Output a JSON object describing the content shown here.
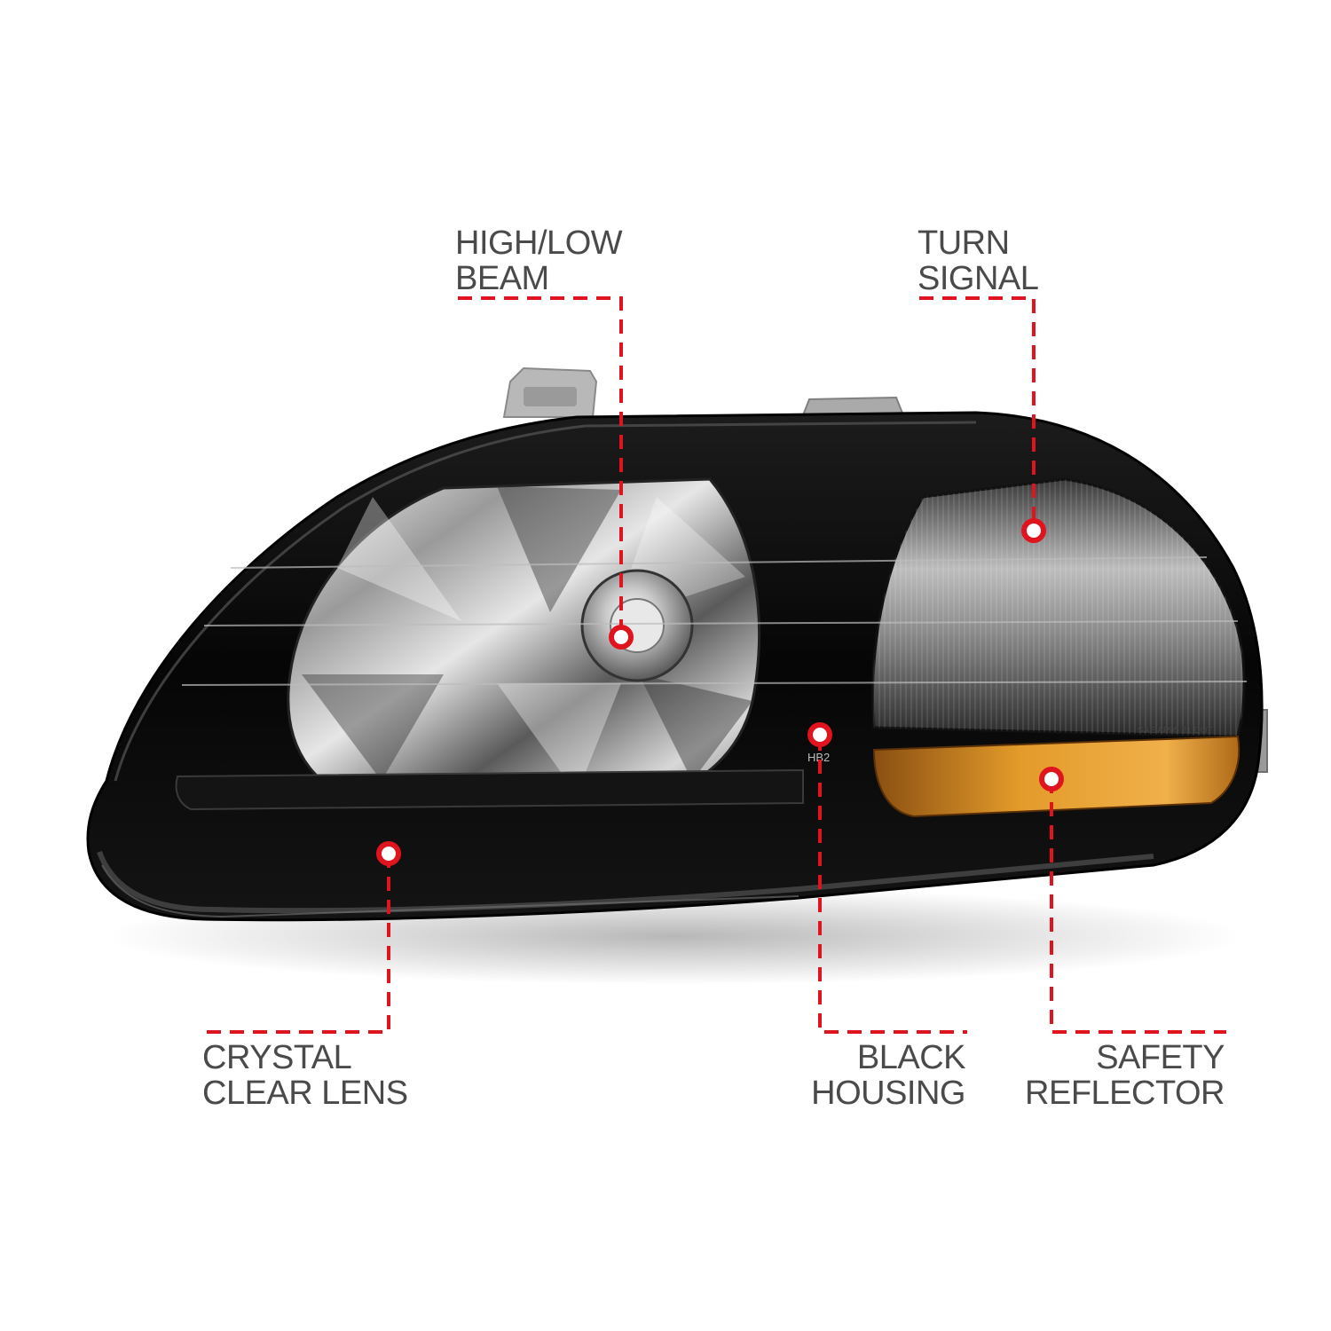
{
  "callouts": {
    "high_low_beam": {
      "line1": "HIGH/LOW",
      "line2": "BEAM"
    },
    "turn_signal": {
      "line1": "TURN",
      "line2": "SIGNAL"
    },
    "crystal_clear_lens": {
      "line1": "CRYSTAL",
      "line2": "CLEAR LENS"
    },
    "black_housing": {
      "line1": "BLACK",
      "line2": "HOUSING"
    },
    "safety_reflector": {
      "line1": "SAFETY",
      "line2": "REFLECTOR"
    }
  },
  "lamp_markings": {
    "bulb_code": "HB2",
    "lens_stamp": "SAE AP95 81 DOT"
  },
  "colors": {
    "callout_line": "#e0141e",
    "callout_text": "#4a4a4a",
    "housing": "#0b0b0b",
    "amber_reflector": "#d98a1c"
  }
}
